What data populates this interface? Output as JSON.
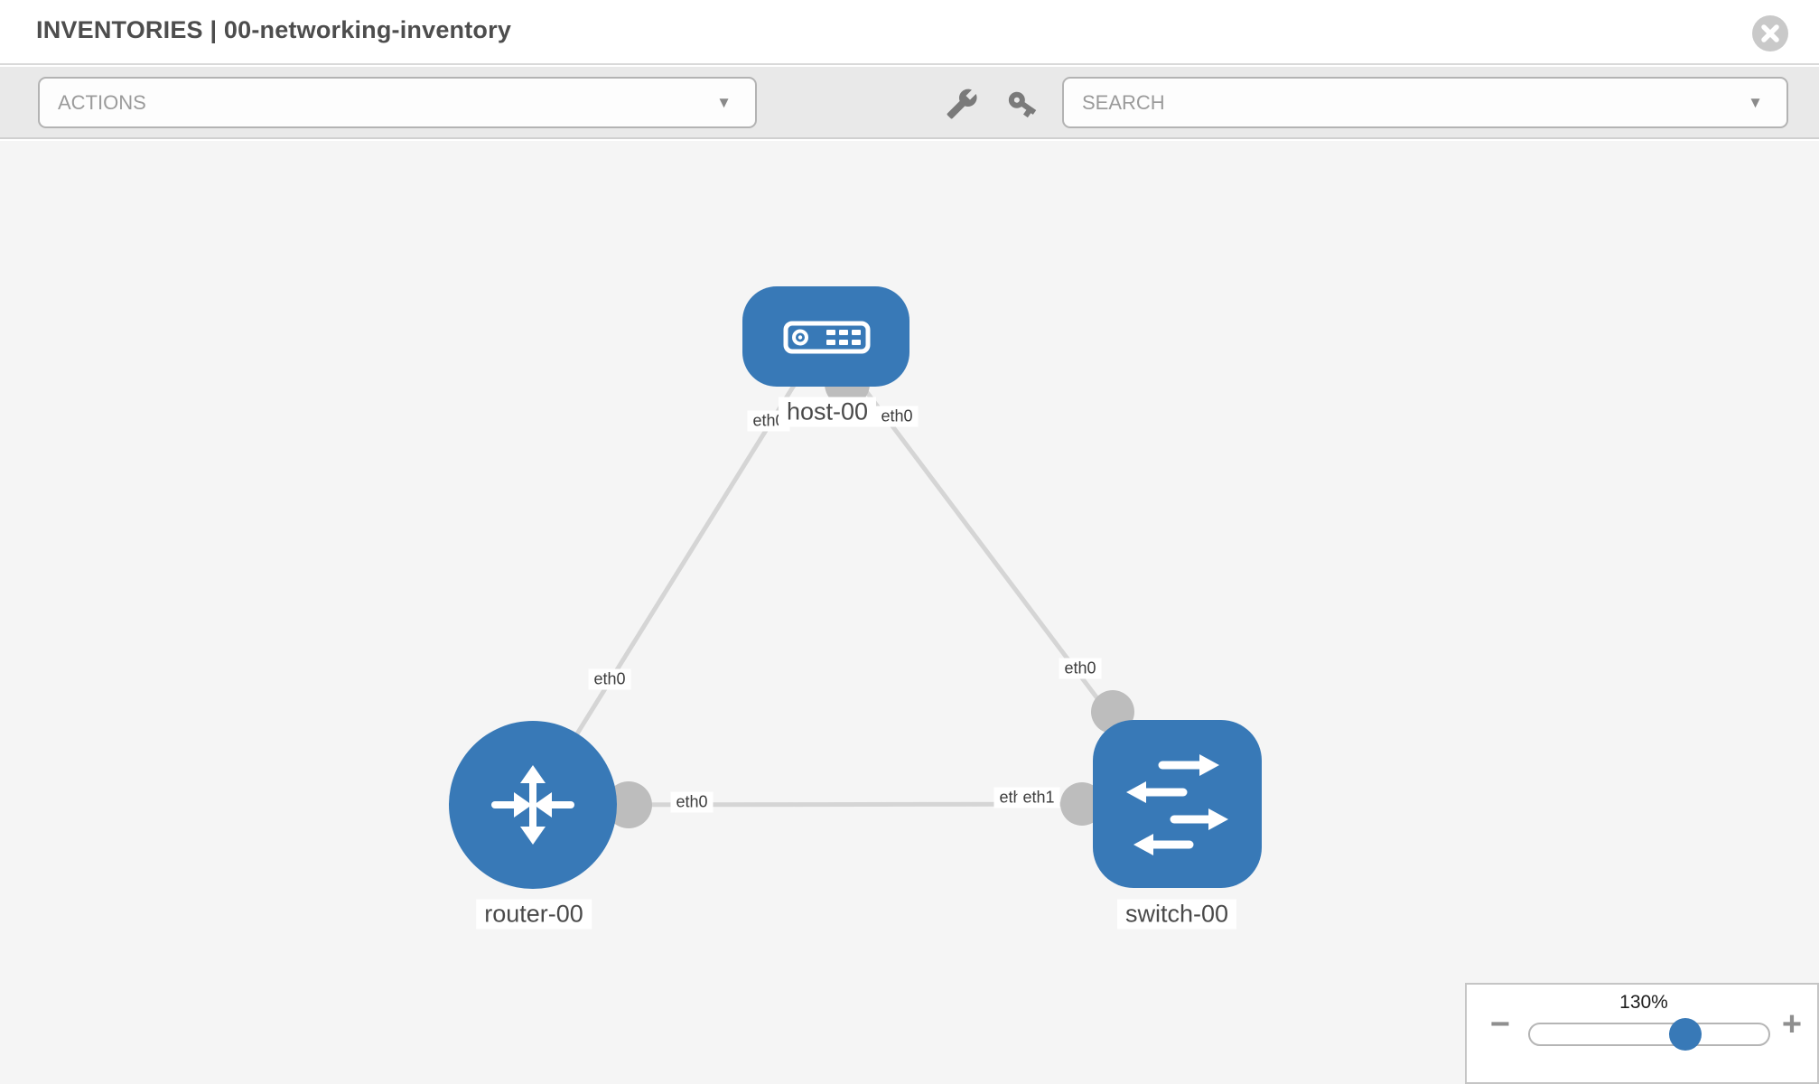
{
  "header": {
    "title": "INVENTORIES | 00-networking-inventory"
  },
  "toolbar": {
    "actions_placeholder": "ACTIONS",
    "search_placeholder": "SEARCH"
  },
  "icons": {
    "dropdown_arrow": "▼",
    "zoom_out": "−",
    "zoom_in": "+"
  },
  "zoom_control": {
    "level": "130%"
  },
  "colors": {
    "node_blue": "#3879b7",
    "link_gray": "#d5d5d5",
    "endpoint_gray": "#bdbdbd",
    "toolbar_bg": "#e9e9e9",
    "canvas_bg": "#f5f5f5"
  },
  "topology": {
    "nodes": [
      {
        "id": "host-00",
        "type": "host",
        "label": "host-00"
      },
      {
        "id": "router-00",
        "type": "router",
        "label": "router-00"
      },
      {
        "id": "switch-00",
        "type": "switch",
        "label": "switch-00"
      }
    ],
    "links": [
      {
        "from": "host-00",
        "from_if": "eth0",
        "to": "router-00",
        "to_if": "eth0"
      },
      {
        "from": "host-00",
        "from_if": "eth0",
        "to": "switch-00",
        "to_if": "eth0"
      },
      {
        "from": "router-00",
        "from_if": "eth0",
        "to": "switch-00",
        "to_if": "eth1",
        "to_if_overlapped": "eth0"
      }
    ]
  }
}
